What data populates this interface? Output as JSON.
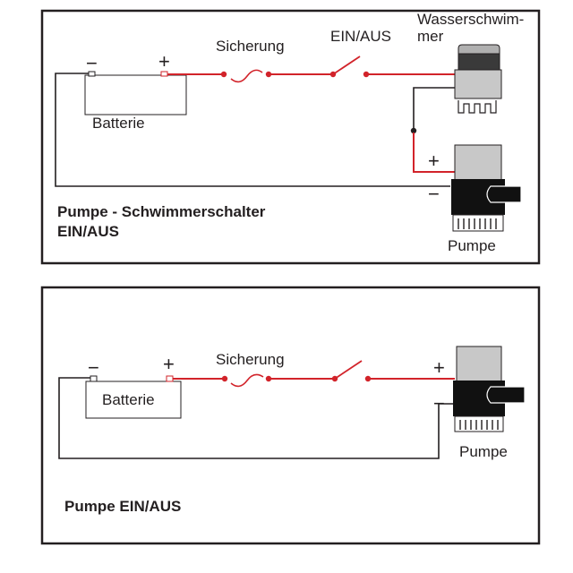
{
  "diagram1": {
    "title_line1": "Pumpe - Schwimmerschalter",
    "title_line2": "EIN/AUS",
    "labels": {
      "fuse": "Sicherung",
      "switch": "EIN/AUS",
      "float_line1": "Wasserschwim-",
      "float_line2": "mer",
      "battery": "Batterie",
      "pump": "Pumpe",
      "plus": "+",
      "minus": "−"
    }
  },
  "diagram2": {
    "title": "Pumpe EIN/AUS",
    "labels": {
      "fuse": "Sicherung",
      "battery": "Batterie",
      "pump": "Pumpe",
      "plus": "+",
      "minus": "−"
    }
  },
  "colors": {
    "wire_positive": "#d2232a",
    "wire_negative": "#231f20",
    "frame": "#231f20",
    "pump_body": "#c8c8c8",
    "pump_base": "#111111"
  }
}
